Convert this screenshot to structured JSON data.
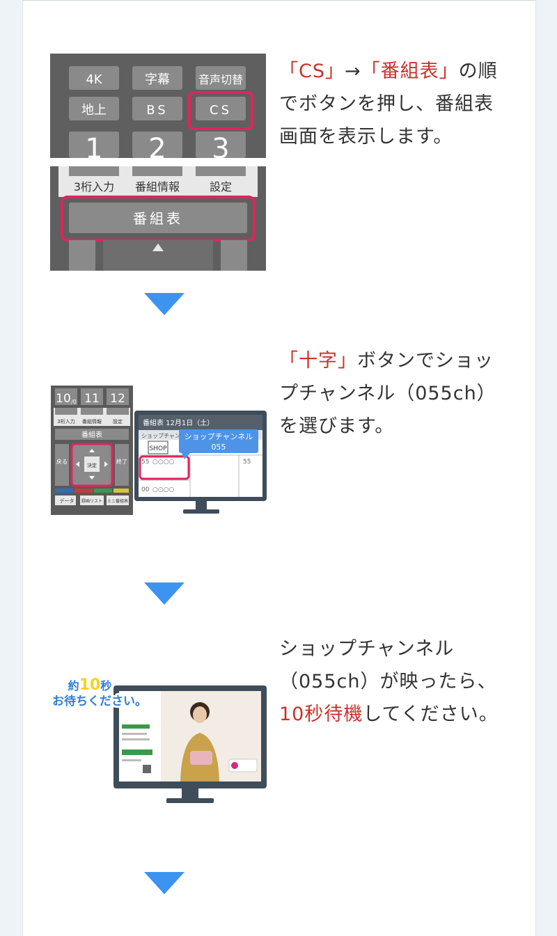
{
  "steps": [
    {
      "text_parts": [
        "「CS」",
        "→",
        "「番組表」",
        "の順でボタンを押し、番組表画面を表示します。"
      ],
      "remote": {
        "row1": [
          "4K",
          "字幕",
          "音声切替"
        ],
        "row2": [
          "地上",
          "BS",
          "CS"
        ],
        "numbers": [
          "1",
          "2",
          "3"
        ],
        "row3": [
          "3桁入力",
          "番組情報",
          "設定"
        ],
        "guide_button": "番組表"
      }
    },
    {
      "text_parts": [
        "「十字」",
        "ボタンでショップチャンネル（055ch）を選びます。"
      ],
      "remote": {
        "numbers": [
          "10",
          "11",
          "12"
        ],
        "num_suffix": "/0",
        "row": [
          "3桁入力",
          "番組情報",
          "設定"
        ],
        "guide": "番組表",
        "back": "戻る",
        "end": "終了",
        "ok": "決定",
        "bottom": [
          "データ",
          "録画リスト",
          "ミニ番組表"
        ]
      },
      "tv": {
        "header": "番組表 12月1日（土）",
        "callout_title": "ショップチャンネル",
        "callout_num": "055",
        "channel_prefix": "ショップチャン",
        "logo": "SHOP",
        "row_num_1": "55",
        "row_dots_1": "○○○○",
        "row_num_2": "00",
        "row_dots_2": "○○○○",
        "right_num": "55"
      }
    },
    {
      "text_parts": [
        "ショップチャンネル（055ch）が映ったら、",
        "10秒待機",
        "してください。"
      ],
      "badge": {
        "prefix": "約",
        "num": "10",
        "suffix": "秒",
        "line2": "お待ちください。"
      }
    }
  ],
  "colors": {
    "accent_red": "#c8322a",
    "arrow_blue": "#3d93f0",
    "highlight_pink": "#e0245e",
    "remote_gray": "#5a5a5a"
  }
}
